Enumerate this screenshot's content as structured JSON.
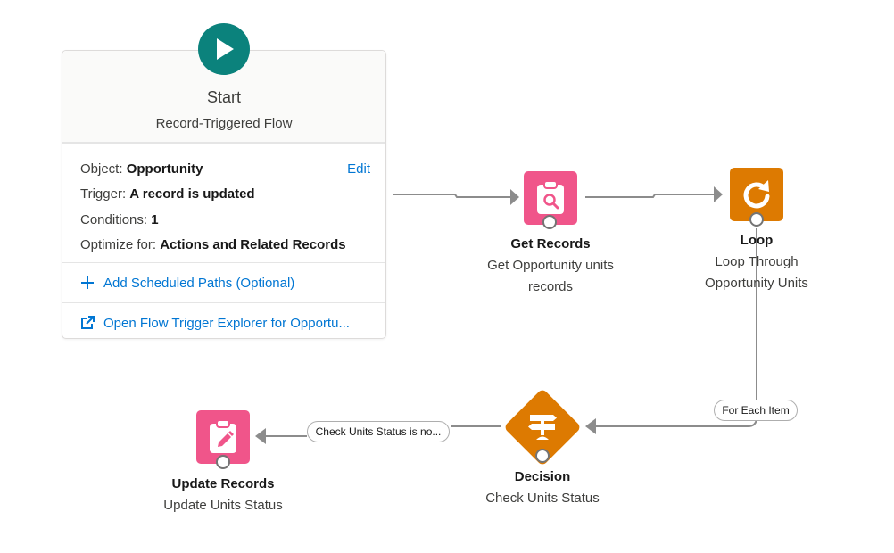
{
  "start": {
    "icon": "play-icon",
    "title": "Start",
    "subtitle": "Record-Triggered Flow",
    "object_label": "Object:",
    "object_value": "Opportunity",
    "edit_label": "Edit",
    "trigger_label": "Trigger:",
    "trigger_value": "A record is updated",
    "conditions_label": "Conditions:",
    "conditions_value": "1",
    "optimize_label": "Optimize for:",
    "optimize_value": "Actions and Related Records",
    "add_paths_label": "Add Scheduled Paths (Optional)",
    "open_explorer_label": "Open Flow Trigger Explorer for Opportu..."
  },
  "nodes": {
    "get_records": {
      "type": "Get Records",
      "label_line1": "Get Opportunity units",
      "label_line2": "records",
      "icon": "search-clipboard-icon",
      "color": "#f0558a"
    },
    "loop": {
      "type": "Loop",
      "label_line1": "Loop Through",
      "label_line2": "Opportunity Units",
      "icon": "loop-icon",
      "color": "#dd7a01"
    },
    "decision": {
      "type": "Decision",
      "label_line1": "Check Units Status",
      "icon": "signpost-icon",
      "color": "#dd7a01"
    },
    "update_records": {
      "type": "Update Records",
      "label_line1": "Update Units Status",
      "icon": "edit-clipboard-icon",
      "color": "#f0558a"
    }
  },
  "connectors": {
    "for_each_label": "For Each Item",
    "outcome_label": "Check Units Status is no..."
  },
  "colors": {
    "start": "#0b827c",
    "link": "#0176d3",
    "connector": "#8c8c8c"
  }
}
